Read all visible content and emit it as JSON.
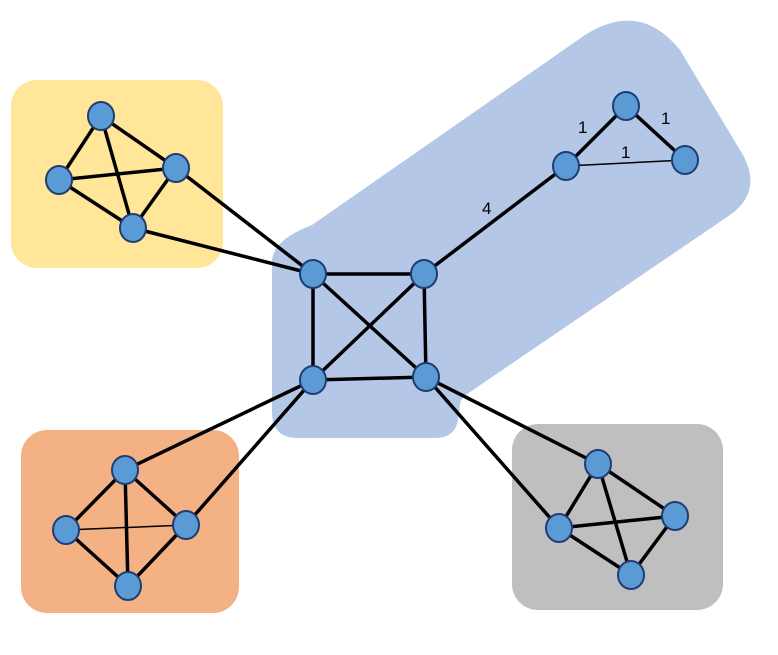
{
  "colors": {
    "blue_region": "#b4c7e7",
    "yellow_region": "#ffe699",
    "orange_region": "#f4b183",
    "gray_region": "#bfbfbf",
    "node_fill": "#5b9bd5",
    "node_stroke": "#1f3d72",
    "edge": "#000000"
  },
  "regions": [
    {
      "id": "blue",
      "color": "#b4c7e7"
    },
    {
      "id": "yellow",
      "color": "#ffe699"
    },
    {
      "id": "orange",
      "color": "#f4b183"
    },
    {
      "id": "gray",
      "color": "#bfbfbf"
    }
  ],
  "edge_labels": {
    "bridge_weight": "4",
    "triangle_left": "1",
    "triangle_right": "1",
    "triangle_bottom": "1"
  },
  "clusters": [
    {
      "id": "top-left",
      "nodes": 4
    },
    {
      "id": "center",
      "nodes": 4
    },
    {
      "id": "triangle",
      "nodes": 3
    },
    {
      "id": "bottom-left",
      "nodes": 4
    },
    {
      "id": "bottom-right",
      "nodes": 4
    }
  ]
}
